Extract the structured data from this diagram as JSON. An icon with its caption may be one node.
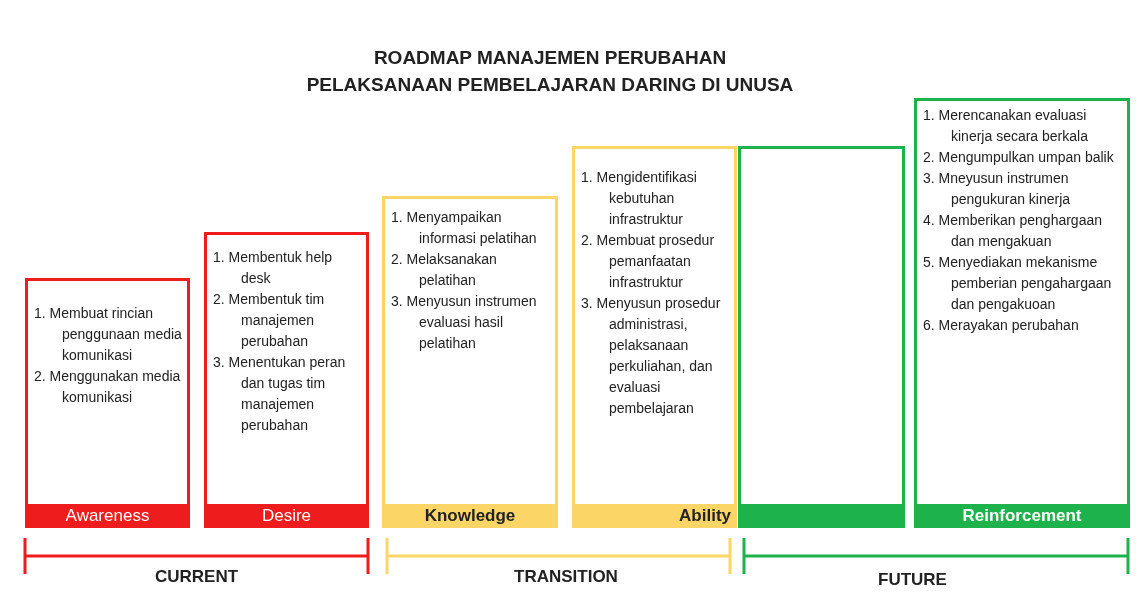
{
  "diagram": {
    "title": "ROADMAP MANAJEMEN PERUBAHAN PELAKSANAAN PEMBELAJARAN DARING DI UNUSA",
    "nodes": [
      {
        "text": [
          "1. Membuat rincian penggunaan media komunikasi",
          "2. Menggunakan media komunikasi",
          "Awareness"
        ]
      },
      {
        "text": [
          "1. Membentuk help desk",
          "2. Membentuk tim manajemen perubahan",
          "3. Menentukan peran dan tugas tim manajemen perubahan",
          "Desire"
        ]
      },
      {
        "text": [
          "1. Menyampaikan informasi pelatihan",
          "2. Melaksanakan pelatihan",
          "3. Menyusun instrumen evaluasi hasil pelatihan",
          "Knowledge"
        ]
      },
      {
        "text": [
          "1. Mengidentifikasi kebutuhan infrastruktur",
          "2. Membuat prosedur pemanfaatan infrastruktur",
          "3. Menyusun prosedur administrasi, pelaksanaan perkuliahan, dan evaluasi pembelajaran",
          "Ability"
        ]
      },
      {
        "text": [],
        "shape": "box"
      },
      {
        "text": [
          "1. Merencanakan evaluasi kinerja secara berkala",
          "2. Mengumpulkan umpan balik",
          "3. Mneyusun instrumen pengukuran kinerja",
          "4. Memberikan penghargaan dan mengakuan",
          "5. Menyediakan mekanisme pemberian pengahargaan dan pengakuoan",
          "6. Merayakan perubahan",
          "Reinforcement"
        ]
      }
    ],
    "labels": [
      "CURRENT",
      "TRANSITION",
      "FUTURE"
    ]
  }
}
